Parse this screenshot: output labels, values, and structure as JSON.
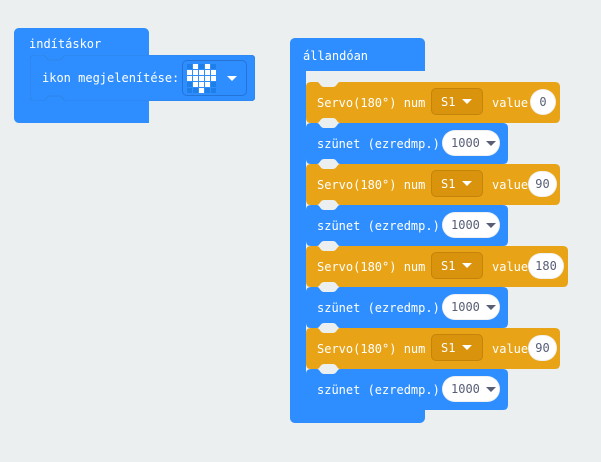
{
  "editor": {
    "name": "blockly-workspace",
    "background_color": "#eceff0",
    "grid_marker": "plus-cross"
  },
  "palette": {
    "event_block_color": "#2e8eff",
    "loop_block_color": "#2e8eff",
    "basic_block_color": "#2e8eff",
    "servo_block_color": "#e8a317",
    "servo_field_color": "#d9930c",
    "value_field_color": "#ffffff",
    "value_text_color": "#575e75"
  },
  "stacks": [
    {
      "id": "on-start-stack",
      "hat_label": "indításkor",
      "children": [
        {
          "id": "show-icon-block",
          "label": "ikon megjelenítése:",
          "field_type": "led-matrix",
          "dropdown_arrow": "chevron-down-icon",
          "matrix": [
            [
              0,
              1,
              0,
              1,
              0
            ],
            [
              1,
              1,
              1,
              1,
              1
            ],
            [
              1,
              1,
              1,
              1,
              1
            ],
            [
              0,
              1,
              1,
              1,
              0
            ],
            [
              0,
              0,
              1,
              0,
              0
            ]
          ]
        }
      ]
    },
    {
      "id": "forever-stack",
      "hat_label": "állandóan",
      "children": [
        {
          "id": "servo-1",
          "type": "servo",
          "label_left": "Servo(180°) num",
          "pin_value": "S1",
          "label_mid": "value",
          "value": "0"
        },
        {
          "id": "pause-1",
          "type": "pause",
          "label_left": "szünet (ezredmp.)",
          "value": "1000"
        },
        {
          "id": "servo-2",
          "type": "servo",
          "label_left": "Servo(180°) num",
          "pin_value": "S1",
          "label_mid": "value",
          "value": "90"
        },
        {
          "id": "pause-2",
          "type": "pause",
          "label_left": "szünet (ezredmp.)",
          "value": "1000"
        },
        {
          "id": "servo-3",
          "type": "servo",
          "label_left": "Servo(180°) num",
          "pin_value": "S1",
          "label_mid": "value",
          "value": "180"
        },
        {
          "id": "pause-3",
          "type": "pause",
          "label_left": "szünet (ezredmp.)",
          "value": "1000"
        },
        {
          "id": "servo-4",
          "type": "servo",
          "label_left": "Servo(180°) num",
          "pin_value": "S1",
          "label_mid": "value",
          "value": "90"
        },
        {
          "id": "pause-4",
          "type": "pause",
          "label_left": "szünet (ezredmp.)",
          "value": "1000"
        }
      ]
    }
  ]
}
